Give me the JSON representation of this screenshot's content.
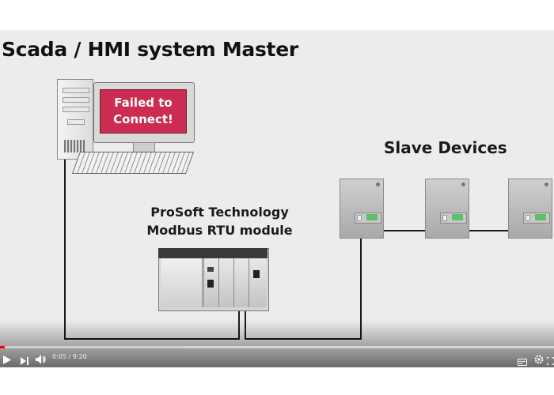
{
  "slide": {
    "title": "Scada / HMI system Master",
    "screen_message_line1": "Failed to",
    "screen_message_line2": "Connect!",
    "module_line1": "ProSoft Technology",
    "module_line2": "Modbus RTU module",
    "slave_label": "Slave Devices"
  },
  "player": {
    "time_display": "0:05 / 9:20",
    "progress_fraction": 0.009,
    "buffered_fraction": 0.33,
    "icons": [
      "play-icon",
      "next-icon",
      "volume-icon",
      "subtitles-icon",
      "settings-icon",
      "fullscreen-icon"
    ]
  },
  "colors": {
    "error_screen": "#cc2b52",
    "progress_played": "#ff0000",
    "background": "#ececec"
  }
}
